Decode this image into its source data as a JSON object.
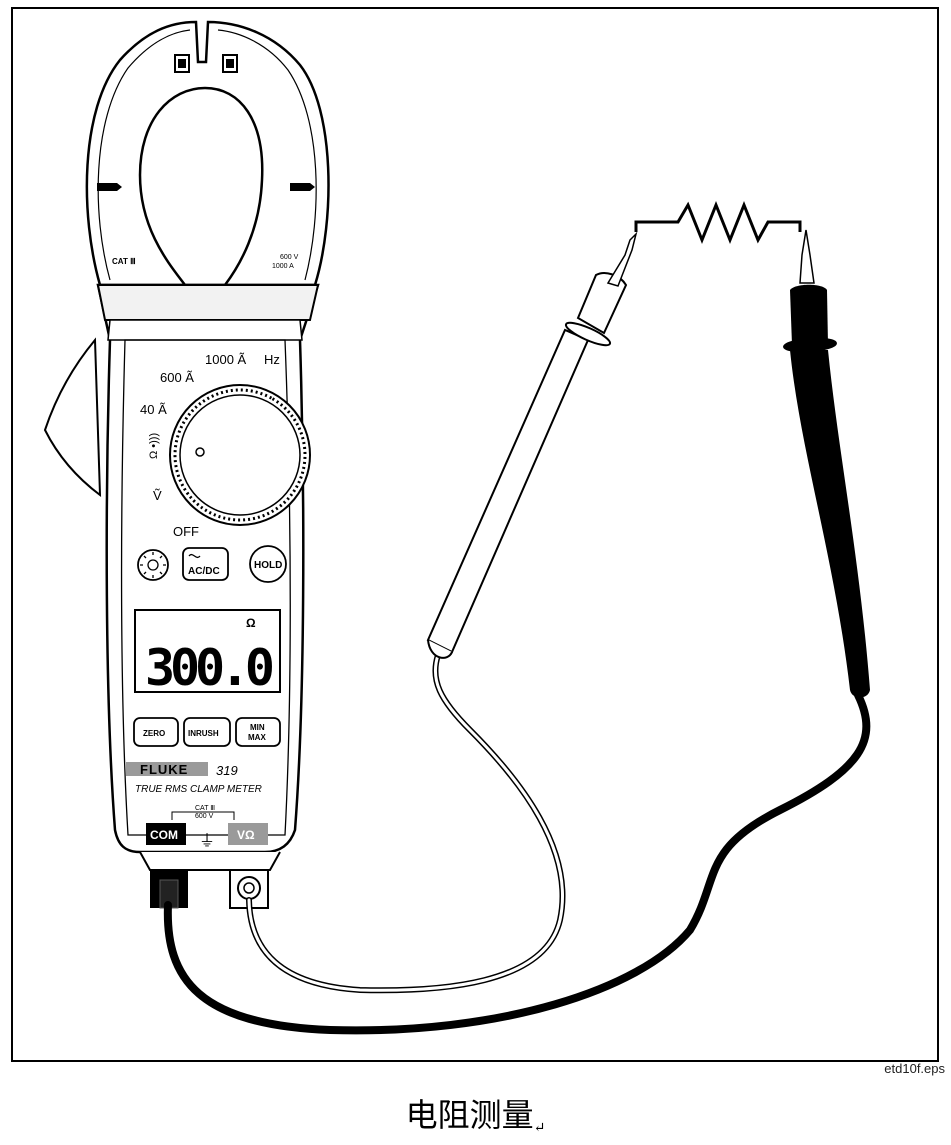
{
  "diagram": {
    "clamp": {
      "category_label": "CAT Ⅲ",
      "rating_top": "600 V",
      "rating_bottom": "1000 A"
    },
    "dial": {
      "positions": [
        "1000 Ã",
        "Hz",
        "600 Ã",
        "40 Ã",
        "Ω •)))",
        "Ṽ",
        "OFF"
      ]
    },
    "buttons": {
      "backlight": "backlight",
      "acdc": "AC/DC",
      "hold": "HOLD",
      "zero": "ZERO",
      "inrush": "INRUSH",
      "min": "MIN",
      "max": "MAX"
    },
    "display": {
      "unit": "Ω",
      "reading": "300.0"
    },
    "brand": {
      "name": "FLUKE",
      "model": "319",
      "subtitle": "TRUE RMS CLAMP METER"
    },
    "terminals": {
      "rating_cat": "CAT Ⅲ",
      "rating_volt": "600 V",
      "com": "COM",
      "ground": "⏚",
      "volt_ohm": "VΩ"
    }
  },
  "file_ref": "etd10f.eps",
  "caption": "电阻测量",
  "colors": {
    "ink": "#000000",
    "grey": "#9a9a9a",
    "panel": "#f2f2f2"
  }
}
